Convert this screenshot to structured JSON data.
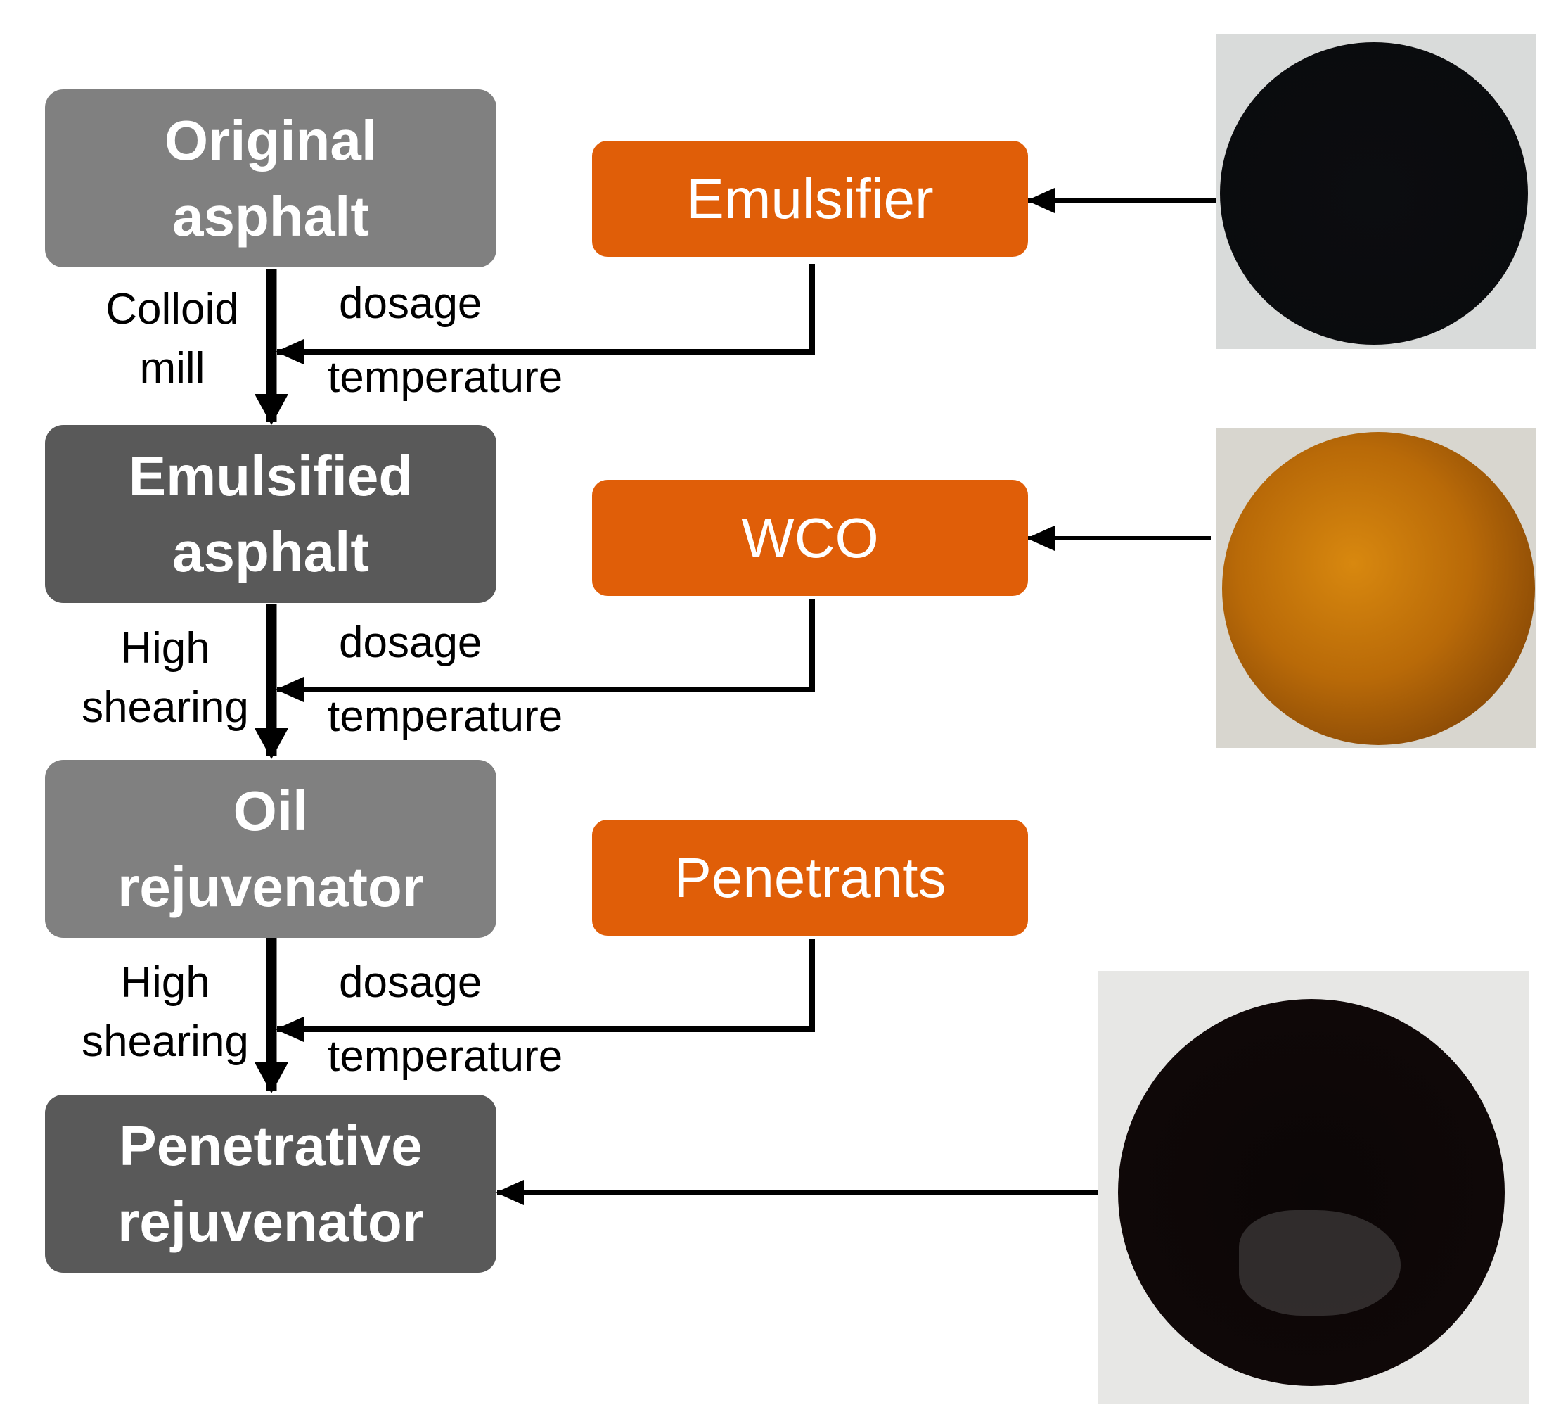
{
  "process": {
    "step1": {
      "lines": [
        "Original",
        "asphalt"
      ]
    },
    "step2": {
      "lines": [
        "Emulsified",
        "asphalt"
      ]
    },
    "step3": {
      "lines": [
        "Oil",
        "rejuvenator"
      ]
    },
    "step4": {
      "lines": [
        "Penetrative",
        "rejuvenator"
      ]
    }
  },
  "additives": {
    "a1": {
      "label": "Emulsifier"
    },
    "a2": {
      "label": "WCO"
    },
    "a3": {
      "label": "Penetrants"
    }
  },
  "transitions": {
    "t1": {
      "method": [
        "Colloid",
        "mill"
      ],
      "param1": "dosage",
      "param2": "temperature"
    },
    "t2": {
      "method": [
        "High",
        "shearing"
      ],
      "param1": "dosage",
      "param2": "temperature"
    },
    "t3": {
      "method": [
        "High",
        "shearing"
      ],
      "param1": "dosage",
      "param2": "temperature"
    }
  },
  "colors": {
    "light_box": "#808080",
    "dark_box": "#595959",
    "additive_box": "#e05e08",
    "arrow": "#000000"
  }
}
